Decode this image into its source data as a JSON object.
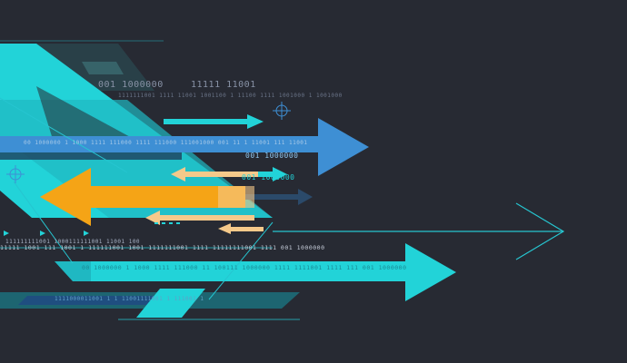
{
  "illustration": {
    "background_color": "#272a33",
    "accent_colors": {
      "cyan": "#22d3d8",
      "blue": "#3e8fd4",
      "orange": "#f5a416",
      "peach": "#f5c98a",
      "dark_navy": "#1f3e5c",
      "line": "#26c5d0"
    },
    "binary_strings": [
      {
        "text": "001 1000000"
      },
      {
        "text": "11111 11001"
      },
      {
        "text": "1111111001 1111 11001 1001100 1 11100 1111 1001000 1 1001000"
      },
      {
        "text": "00 1000000 1 1000 1111 111000 1111 111000 111001000 001 11 1 11001 111 11001"
      },
      {
        "text": "001 1000000"
      },
      {
        "text": "001 1000000"
      },
      {
        "text": "111111111001 1000111111001 11001 100"
      },
      {
        "text": "11111 1001 111 1001 1 111111001 1001 1111111001 1111 11111111001 1111 001 1000000"
      },
      {
        "text": "00 1000000 1 1000 1111 111000 11 100111 1000000 1111 1111001 1111 111 001 1000000"
      },
      {
        "text": "1111000011001 1 1 11001111001 1 111001 1"
      }
    ]
  }
}
